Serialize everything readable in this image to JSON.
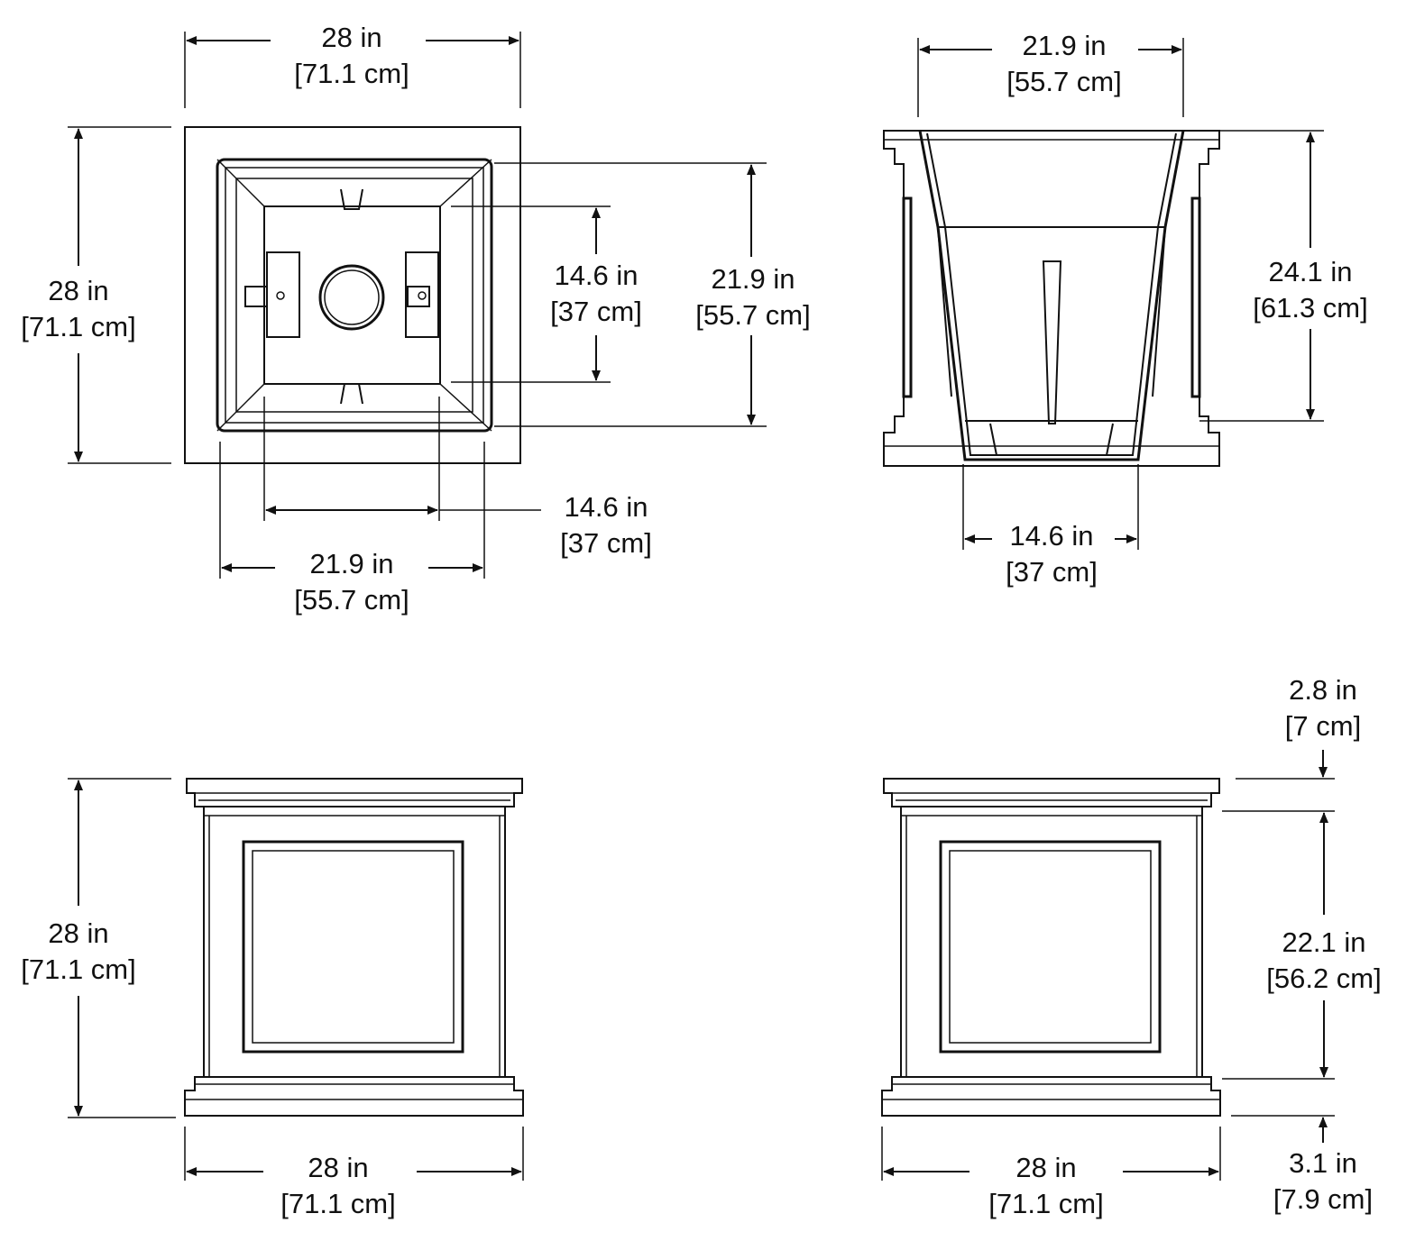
{
  "top_view": {
    "outer_width": {
      "in": "28 in",
      "cm": "[71.1 cm]"
    },
    "outer_depth": {
      "in": "28 in",
      "cm": "[71.1 cm]"
    },
    "inner_depth": {
      "in": "21.9 in",
      "cm": "[55.7 cm]"
    },
    "insert_depth": {
      "in": "14.6 in",
      "cm": "[37 cm]"
    },
    "insert_width": {
      "in": "14.6 in",
      "cm": "[37 cm]"
    },
    "inner_width": {
      "in": "21.9 in",
      "cm": "[55.7 cm]"
    }
  },
  "section_view": {
    "top_opening": {
      "in": "21.9 in",
      "cm": "[55.7 cm]"
    },
    "insert_height": {
      "in": "24.1 in",
      "cm": "[61.3 cm]"
    },
    "bottom_width": {
      "in": "14.6 in",
      "cm": "[37 cm]"
    }
  },
  "front_view": {
    "height": {
      "in": "28 in",
      "cm": "[71.1 cm]"
    },
    "width": {
      "in": "28 in",
      "cm": "[71.1 cm]"
    }
  },
  "side_view": {
    "cap_height": {
      "in": "2.8 in",
      "cm": "[7 cm]"
    },
    "body_height": {
      "in": "22.1 in",
      "cm": "[56.2 cm]"
    },
    "base_height": {
      "in": "3.1 in",
      "cm": "[7.9 cm]"
    },
    "width": {
      "in": "28 in",
      "cm": "[71.1 cm]"
    }
  }
}
